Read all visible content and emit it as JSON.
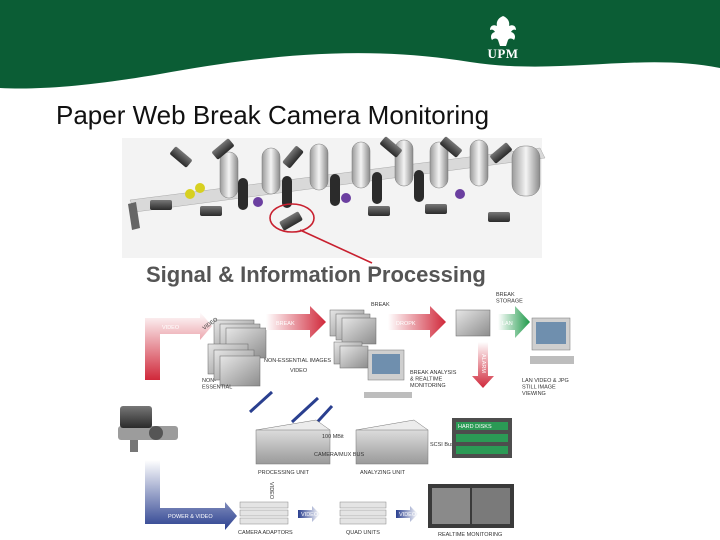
{
  "brand": {
    "logo_text": "UPM",
    "primary_color": "#0b5d35"
  },
  "slide": {
    "title": "Paper Web Break Camera Monitoring"
  },
  "diagram": {
    "section_title": "Signal & Information Processing",
    "labels": {
      "video_left": "VIDEO",
      "video_stack": "VIDEO",
      "break_top": "BREAK",
      "break_arrow": "BREAK",
      "dropk": "DROPK",
      "break_storage": "BREAK\nSTORAGE",
      "lan": "LAN",
      "non_essential_images": "NON-ESSENTIAL IMAGES",
      "video_mid": "VIDEO",
      "non_essential": "NON-\nESSENTIAL",
      "break_analysis": "BREAK ANALYSIS\n& REALTIME\nMONITORING",
      "alarm": "ALARM",
      "lan_video": "LAN VIDEO & JPG\nSTILL IMAGE\nVIEWING",
      "mbit": "100 MBit",
      "camera_bus": "CAMERA/MUX BUS",
      "scsi_bus": "SCSI Bus",
      "hard_disks": "HARD DISKS",
      "processing_unit": "PROCESSING UNIT",
      "analyzing_unit": "ANALYZING UNIT",
      "video_vert": "VIDEO",
      "power_video": "POWER & VIDEO",
      "video_b1": "VIDEO",
      "video_b2": "VIDEO",
      "camera_adaptors": "CAMERA ADAPTORS",
      "quad_units": "QUAD UNITS",
      "realtime_monitoring": "REALTIME MONITORING"
    }
  }
}
